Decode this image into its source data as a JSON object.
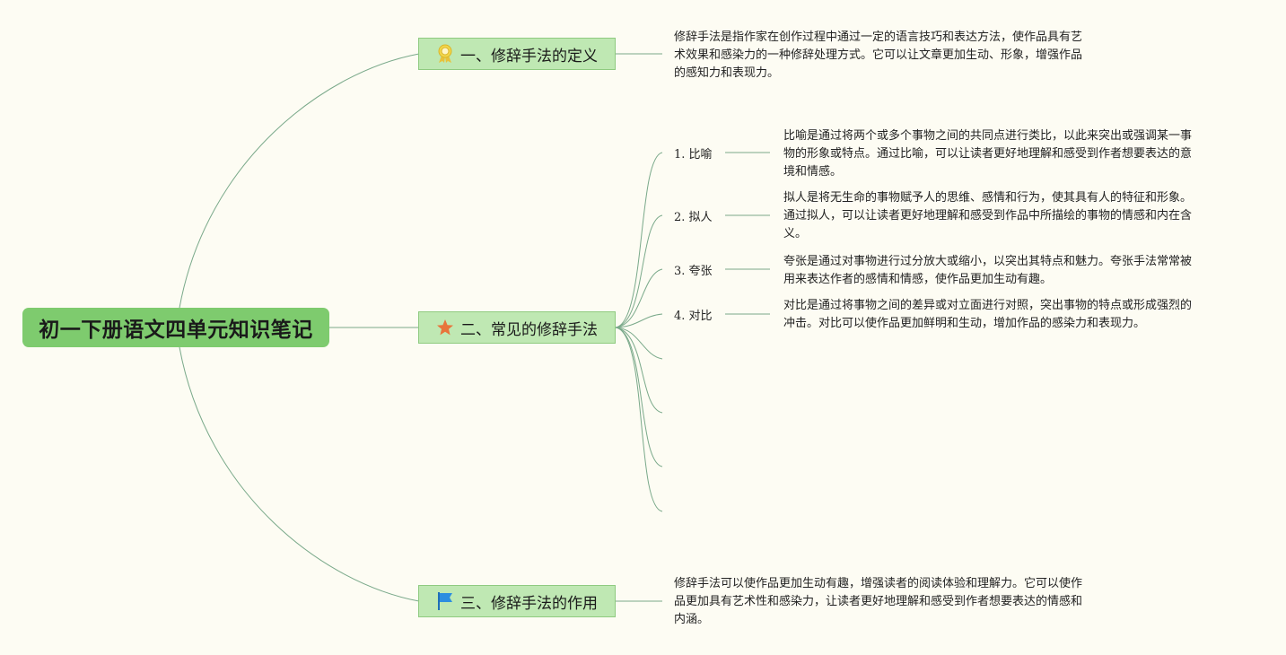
{
  "root": {
    "title": "初一下册语文四单元知识笔记"
  },
  "branches": [
    {
      "label": "一、修辞手法的定义",
      "icon": "award-ribbon-icon",
      "description": [
        "修辞手法是指作家在创作过程中通过一定的语言技巧和表达方法，使作品具有艺",
        "术效果和感染力的一种修辞处理方式。它可以让文章更加生动、形象，增强作品",
        "的感知力和表现力。"
      ]
    },
    {
      "label": "二、常见的修辞手法",
      "icon": "star-icon",
      "children": [
        {
          "label": "1. 比喻",
          "description": [
            "比喻是通过将两个或多个事物之间的共同点进行类比，以此来突出或强调某一事",
            "物的形象或特点。通过比喻，可以让读者更好地理解和感受到作者想要表达的意",
            "境和情感。"
          ]
        },
        {
          "label": "2. 拟人",
          "description": [
            "拟人是将无生命的事物赋予人的思维、感情和行为，使其具有人的特征和形象。",
            "通过拟人，可以让读者更好地理解和感受到作品中所描绘的事物的情感和内在含",
            "义。"
          ]
        },
        {
          "label": "3. 夸张",
          "description": [
            "夸张是通过对事物进行过分放大或缩小，以突出其特点和魅力。夸张手法常常被",
            "用来表达作者的感情和情感，使作品更加生动有趣。"
          ]
        },
        {
          "label": "4. 对比",
          "description": [
            "对比是通过将事物之间的差异或对立面进行对照，突出事物的特点或形成强烈的",
            "冲击。对比可以使作品更加鲜明和生动，增加作品的感染力和表现力。"
          ]
        }
      ]
    },
    {
      "label": "三、修辞手法的作用",
      "icon": "flag-icon",
      "description": [
        "修辞手法可以使作品更加生动有趣，增强读者的阅读体验和理解力。它可以使作",
        "品更加具有艺术性和感染力，让读者更好地理解和感受到作者想要表达的情感和",
        "内涵。"
      ]
    }
  ],
  "colors": {
    "root_fill": "#7ecb6e",
    "branch_fill": "#bfe8b3",
    "branch_border": "#8fca80",
    "connector": "#7aa98a",
    "background": "#fdfcf3"
  }
}
